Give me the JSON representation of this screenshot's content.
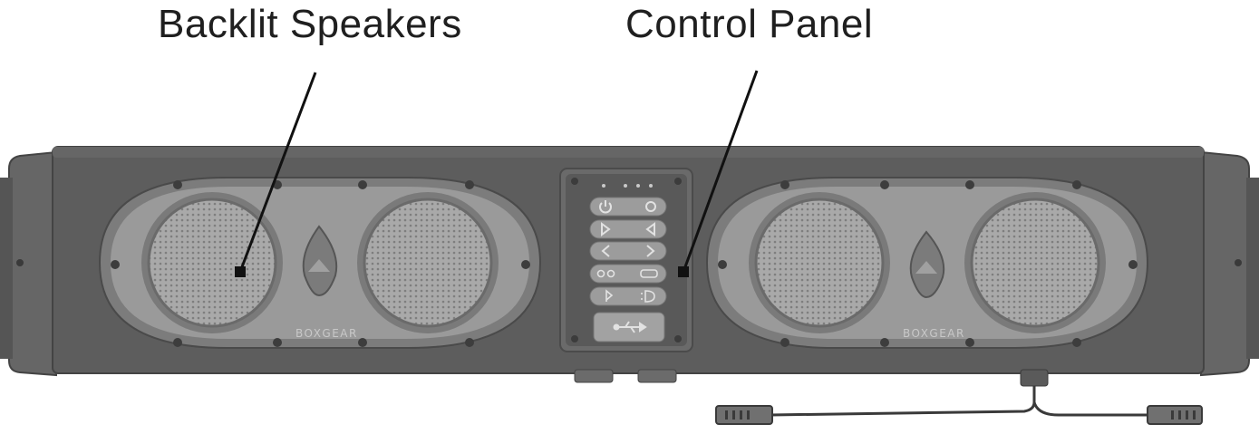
{
  "callouts": {
    "speakers": "Backlit Speakers",
    "control_panel": "Control Panel"
  },
  "device": {
    "brand_left": "BOXGEAR",
    "brand_right": "BOXGEAR"
  },
  "control_panel": {
    "buttons": [
      {
        "name": "power-button",
        "icon": "power-icon"
      },
      {
        "name": "mode-button",
        "icon": "mode-icon"
      },
      {
        "name": "volume-up-button",
        "icon": "play-right-icon"
      },
      {
        "name": "volume-down-button",
        "icon": "play-left-icon"
      },
      {
        "name": "previous-button",
        "icon": "chevron-left-icon"
      },
      {
        "name": "next-button",
        "icon": "chevron-right-icon"
      },
      {
        "name": "link-button",
        "icon": "link-icon"
      },
      {
        "name": "radio-button",
        "icon": "radio-icon"
      },
      {
        "name": "bluetooth-button",
        "icon": "bluetooth-icon"
      },
      {
        "name": "lights-button",
        "icon": "light-icon"
      }
    ],
    "usb_port": "usb-icon"
  },
  "colors": {
    "body": "#5d5d5d",
    "body_dark": "#4a4a4a",
    "ring": "#9a9a9a",
    "grille": "#a8a8a8",
    "ink": "#1f1f1f"
  }
}
